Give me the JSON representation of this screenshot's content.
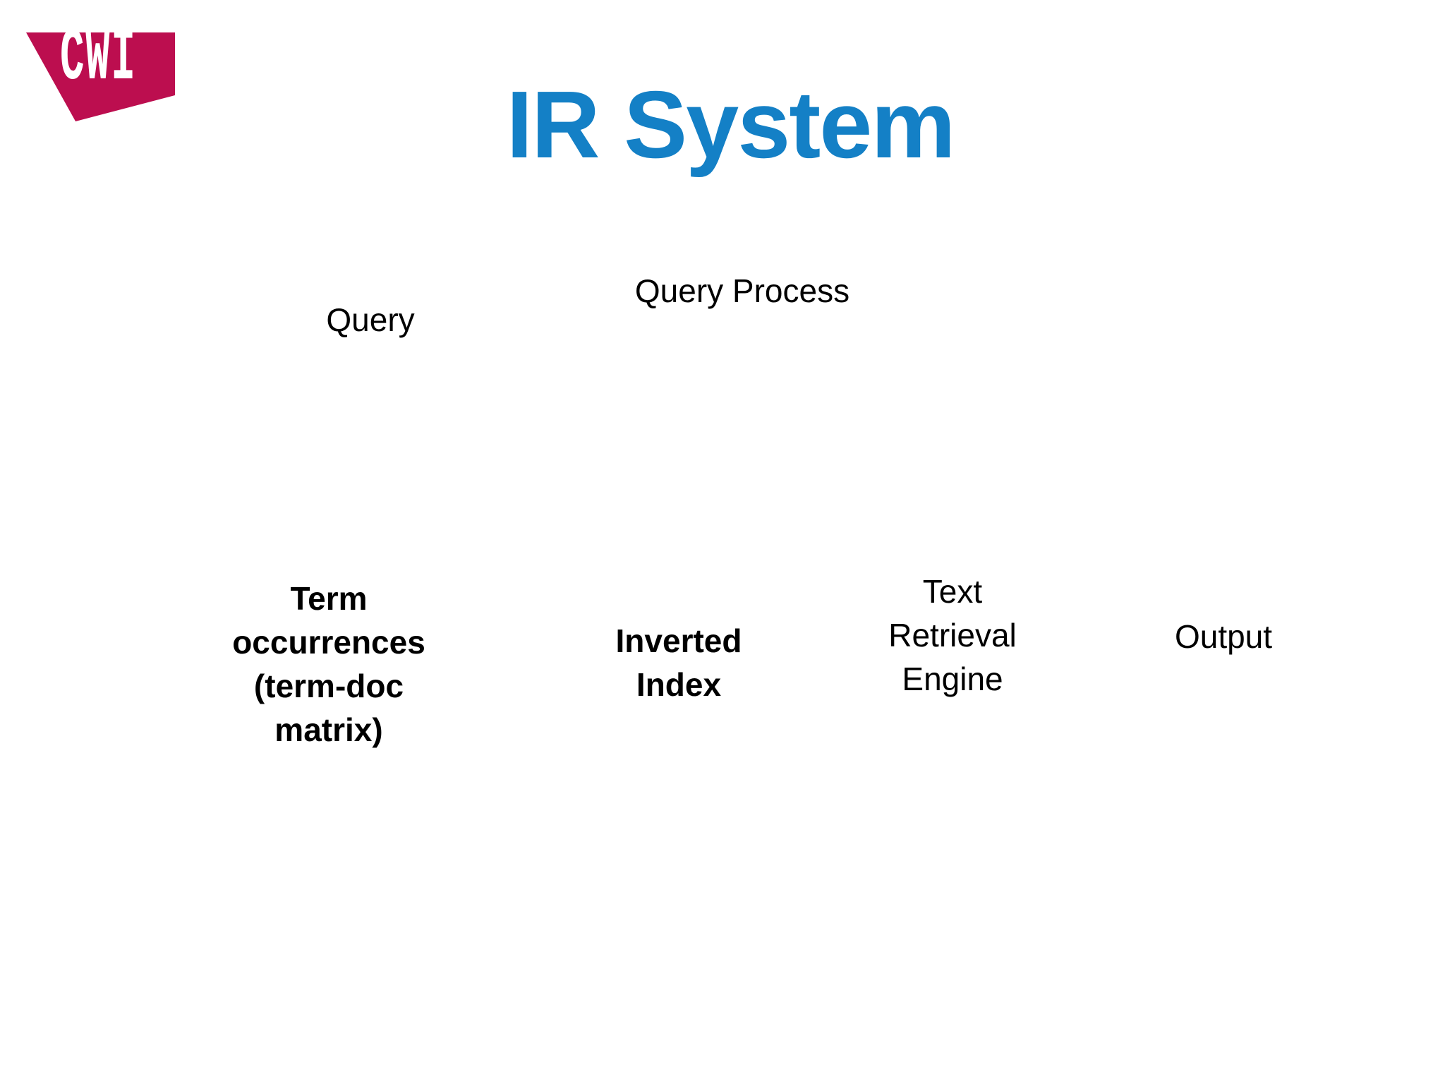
{
  "slide": {
    "background_color": "#ffffff",
    "logo": {
      "text": "CWI",
      "shape_color": "#bc0e4f",
      "text_color": "#ffffff"
    },
    "title": {
      "text": "IR System",
      "color": "#1480c6"
    },
    "labels": {
      "query": {
        "text": "Query"
      },
      "query_process": {
        "text": "Query Process"
      },
      "term_occurrences": {
        "text": "Term\noccurrences\n(term-doc\nmatrix)"
      },
      "inverted_index": {
        "text": "Inverted\nIndex"
      },
      "text_retrieval_engine": {
        "text": "Text\nRetrieval\nEngine"
      },
      "output": {
        "text": "Output"
      }
    }
  }
}
